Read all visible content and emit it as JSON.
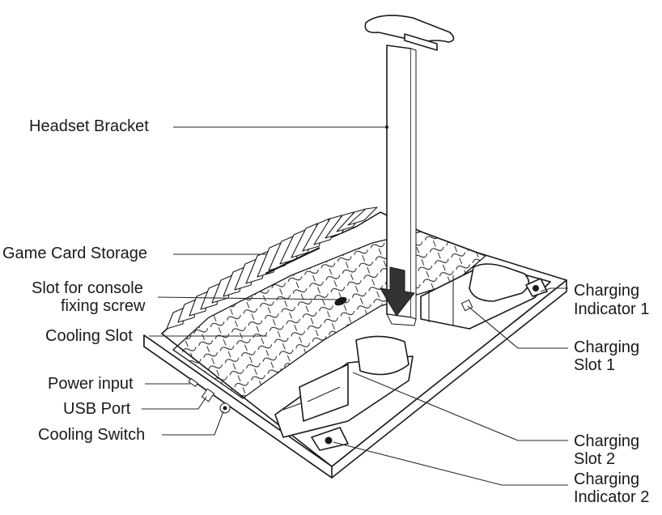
{
  "labels": {
    "headset_bracket": "Headset Bracket",
    "game_card_storage": "Game Card Storage",
    "slot_console_screw_line1": "Slot for console",
    "slot_console_screw_line2": "fixing screw",
    "cooling_slot": "Cooling Slot",
    "power_input": "Power input",
    "usb_port": "USB Port",
    "cooling_switch": "Cooling Switch",
    "charging_indicator_1_line1": "Charging",
    "charging_indicator_1_line2": "Indicator 1",
    "charging_slot_1_line1": "Charging",
    "charging_slot_1_line2": "Slot 1",
    "charging_slot_2_line1": "Charging",
    "charging_slot_2_line2": "Slot 2",
    "charging_indicator_2_line1": "Charging",
    "charging_indicator_2_line2": "Indicator 2"
  }
}
